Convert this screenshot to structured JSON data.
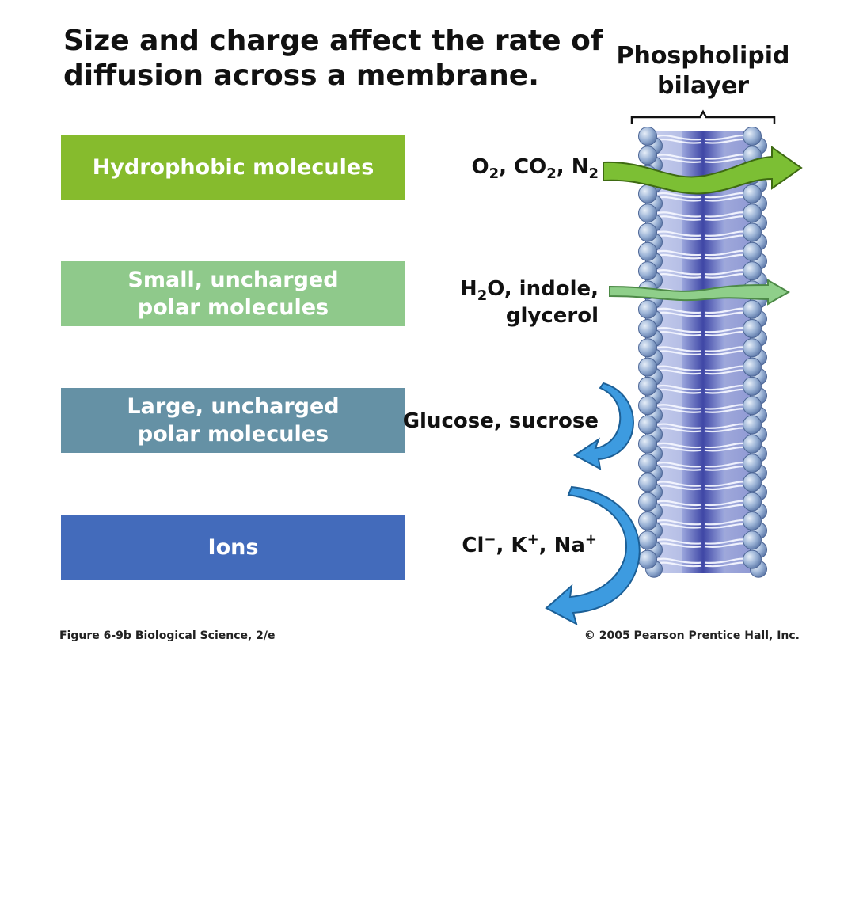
{
  "title": {
    "line1": "Size and charge affect the rate of",
    "line2": "diffusion across a membrane."
  },
  "membrane": {
    "label_line1": "Phospholipid",
    "label_line2": "bilayer"
  },
  "categories": [
    {
      "lines": [
        "Hydrophobic molecules"
      ],
      "color": "#86bb2d"
    },
    {
      "lines": [
        "Small, uncharged",
        "polar molecules"
      ],
      "color": "#8fc98b"
    },
    {
      "lines": [
        "Large, uncharged",
        "polar molecules"
      ],
      "color": "#6591a5"
    },
    {
      "lines": [
        "Ions"
      ],
      "color": "#436bbb"
    }
  ],
  "molecules": {
    "hydrophobic": {
      "o": "O",
      "o_sub": "2",
      "co": ", CO",
      "co_sub": "2",
      "n": ", N",
      "n_sub": "2"
    },
    "small_polar": {
      "h": "H",
      "h_sub": "2",
      "rest": "O, indole,",
      "line2": "glycerol"
    },
    "large_polar": {
      "text": "Glucose, sucrose"
    },
    "ions": {
      "cl": "Cl",
      "cl_sup": "−",
      "k": ", K",
      "k_sup": "+",
      "na": ", Na",
      "na_sup": "+"
    }
  },
  "arrow_colors": {
    "pass_strong": "#7cbf34",
    "pass_weak": "#8fcf8a",
    "blocked": "#3d9be0"
  },
  "captions": {
    "figure": "Figure 6-9b   Biological Science, 2/e",
    "copyright": "© 2005 Pearson Prentice Hall, Inc."
  }
}
